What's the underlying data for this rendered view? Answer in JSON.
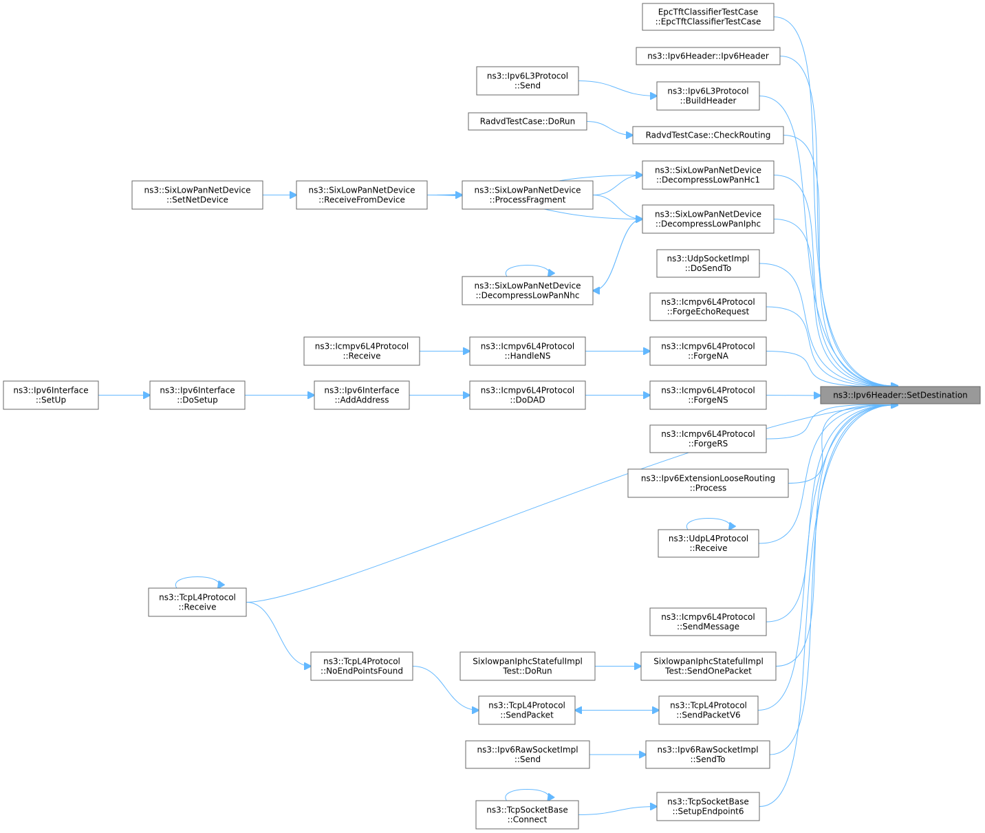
{
  "diagram": {
    "type": "doxygen-caller-graph",
    "colors": {
      "edge": "#63b8ff",
      "node_border": "#666666",
      "target_fill": "#999999",
      "node_fill": "#ffffff"
    },
    "nodes": {
      "target": [
        "ns3::Ipv6Header::SetDestination"
      ],
      "epc": [
        "EpcTftClassifierTestCase",
        "::EpcTftClassifierTestCase"
      ],
      "ipv6hdr": [
        "ns3::Ipv6Header::Ipv6Header"
      ],
      "l3send": [
        "ns3::Ipv6L3Protocol",
        "::Send"
      ],
      "l3build": [
        "ns3::Ipv6L3Protocol",
        "::BuildHeader"
      ],
      "radvdrun": [
        "RadvdTestCase::DoRun"
      ],
      "radvdcheck": [
        "RadvdTestCase::CheckRouting"
      ],
      "setnetdev": [
        "ns3::SixLowPanNetDevice",
        "::SetNetDevice"
      ],
      "recvfromdev": [
        "ns3::SixLowPanNetDevice",
        "::ReceiveFromDevice"
      ],
      "procfrag": [
        "ns3::SixLowPanNetDevice",
        "::ProcessFragment"
      ],
      "hc1": [
        "ns3::SixLowPanNetDevice",
        "::DecompressLowPanHc1"
      ],
      "iphc": [
        "ns3::SixLowPanNetDevice",
        "::DecompressLowPanIphc"
      ],
      "nhc": [
        "ns3::SixLowPanNetDevice",
        "::DecompressLowPanNhc"
      ],
      "udpsock": [
        "ns3::UdpSocketImpl",
        "::DoSendTo"
      ],
      "echo": [
        "ns3::Icmpv6L4Protocol",
        "::ForgeEchoRequest"
      ],
      "icmprecv": [
        "ns3::Icmpv6L4Protocol",
        "::Receive"
      ],
      "handlens": [
        "ns3::Icmpv6L4Protocol",
        "::HandleNS"
      ],
      "forgena": [
        "ns3::Icmpv6L4Protocol",
        "::ForgeNA"
      ],
      "setup": [
        "ns3::Ipv6Interface",
        "::SetUp"
      ],
      "dosetup": [
        "ns3::Ipv6Interface",
        "::DoSetup"
      ],
      "addaddr": [
        "ns3::Ipv6Interface",
        "::AddAddress"
      ],
      "dodad": [
        "ns3::Icmpv6L4Protocol",
        "::DoDAD"
      ],
      "forgens": [
        "ns3::Icmpv6L4Protocol",
        "::ForgeNS"
      ],
      "forgers": [
        "ns3::Icmpv6L4Protocol",
        "::ForgeRS"
      ],
      "loose": [
        "ns3::Ipv6ExtensionLooseRouting",
        "::Process"
      ],
      "udprecv": [
        "ns3::UdpL4Protocol",
        "::Receive"
      ],
      "tcprecv": [
        "ns3::TcpL4Protocol",
        "::Receive"
      ],
      "sendmsg": [
        "ns3::Icmpv6L4Protocol",
        "::SendMessage"
      ],
      "noend": [
        "ns3::TcpL4Protocol",
        "::NoEndPointsFound"
      ],
      "sixrun": [
        "SixlowpanIphcStatefulImpl",
        "Test::DoRun"
      ],
      "sixsend": [
        "SixlowpanIphcStatefulImpl",
        "Test::SendOnePacket"
      ],
      "tcpsendpkt": [
        "ns3::TcpL4Protocol",
        "::SendPacket"
      ],
      "tcpsendv6": [
        "ns3::TcpL4Protocol",
        "::SendPacketV6"
      ],
      "rawsend": [
        "ns3::Ipv6RawSocketImpl",
        "::Send"
      ],
      "rawsendto": [
        "ns3::Ipv6RawSocketImpl",
        "::SendTo"
      ],
      "connect": [
        "ns3::TcpSocketBase",
        "::Connect"
      ],
      "setupep": [
        "ns3::TcpSocketBase",
        "::SetupEndpoint6"
      ]
    },
    "edges": [
      [
        "epc",
        "target"
      ],
      [
        "ipv6hdr",
        "target"
      ],
      [
        "l3build",
        "target"
      ],
      [
        "radvdcheck",
        "target"
      ],
      [
        "hc1",
        "target"
      ],
      [
        "iphc",
        "target"
      ],
      [
        "udpsock",
        "target"
      ],
      [
        "echo",
        "target"
      ],
      [
        "forgena",
        "target"
      ],
      [
        "forgens",
        "target"
      ],
      [
        "forgers",
        "target"
      ],
      [
        "loose",
        "target"
      ],
      [
        "udprecv",
        "target"
      ],
      [
        "tcprecv",
        "target"
      ],
      [
        "sendmsg",
        "target"
      ],
      [
        "sixsend",
        "target"
      ],
      [
        "tcpsendv6",
        "target"
      ],
      [
        "rawsendto",
        "target"
      ],
      [
        "setupep",
        "target"
      ],
      [
        "l3send",
        "l3build"
      ],
      [
        "radvdrun",
        "radvdcheck"
      ],
      [
        "setnetdev",
        "recvfromdev"
      ],
      [
        "recvfromdev",
        "procfrag"
      ],
      [
        "recvfromdev",
        "hc1"
      ],
      [
        "recvfromdev",
        "iphc"
      ],
      [
        "procfrag",
        "hc1"
      ],
      [
        "procfrag",
        "iphc"
      ],
      [
        "nhc",
        "iphc"
      ],
      [
        "iphc",
        "nhc"
      ],
      [
        "nhc",
        "nhc"
      ],
      [
        "icmprecv",
        "handlens"
      ],
      [
        "handlens",
        "forgena"
      ],
      [
        "setup",
        "dosetup"
      ],
      [
        "dosetup",
        "addaddr"
      ],
      [
        "addaddr",
        "dodad"
      ],
      [
        "dodad",
        "forgens"
      ],
      [
        "udprecv",
        "udprecv"
      ],
      [
        "tcprecv",
        "tcprecv"
      ],
      [
        "tcprecv",
        "noend"
      ],
      [
        "noend",
        "tcpsendpkt"
      ],
      [
        "tcpsendpkt",
        "tcpsendv6"
      ],
      [
        "tcpsendv6",
        "tcpsendpkt"
      ],
      [
        "sixrun",
        "sixsend"
      ],
      [
        "rawsend",
        "rawsendto"
      ],
      [
        "connect",
        "setupep"
      ],
      [
        "connect",
        "connect"
      ]
    ]
  }
}
